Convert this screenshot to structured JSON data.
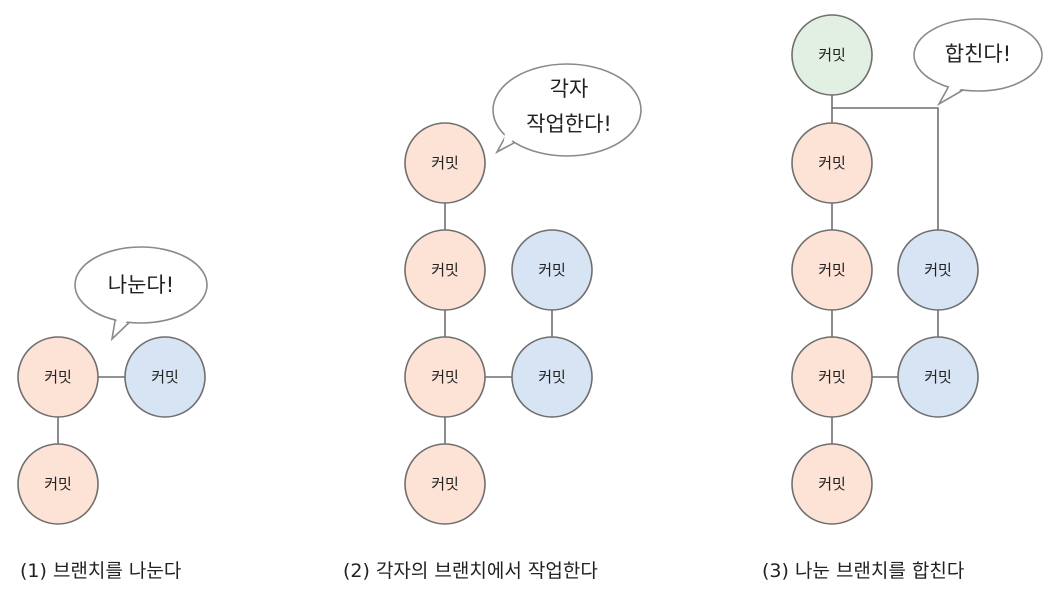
{
  "colors": {
    "main_branch": "#fde2d6",
    "feature_branch": "#d7e4f3",
    "merge_commit": "#e2f0e4",
    "line": "#6f6f6f"
  },
  "panels": [
    {
      "caption": "(1) 브랜치를 나눈다",
      "bubble_lines": [
        "나눈다!"
      ],
      "commits": [
        {
          "label": "커밋",
          "branch": "main"
        },
        {
          "label": "커밋",
          "branch": "main"
        },
        {
          "label": "커밋",
          "branch": "feature"
        }
      ]
    },
    {
      "caption": "(2) 각자의 브랜치에서 작업한다",
      "bubble_lines": [
        "각자",
        "작업한다!"
      ],
      "commits": [
        {
          "label": "커밋",
          "branch": "main"
        },
        {
          "label": "커밋",
          "branch": "main"
        },
        {
          "label": "커밋",
          "branch": "main"
        },
        {
          "label": "커밋",
          "branch": "main"
        },
        {
          "label": "커밋",
          "branch": "feature"
        },
        {
          "label": "커밋",
          "branch": "feature"
        }
      ]
    },
    {
      "caption": "(3) 나눈 브랜치를 합친다",
      "bubble_lines": [
        "합친다!"
      ],
      "commits": [
        {
          "label": "커밋",
          "branch": "merge"
        },
        {
          "label": "커밋",
          "branch": "main"
        },
        {
          "label": "커밋",
          "branch": "main"
        },
        {
          "label": "커밋",
          "branch": "main"
        },
        {
          "label": "커밋",
          "branch": "main"
        },
        {
          "label": "커밋",
          "branch": "feature"
        },
        {
          "label": "커밋",
          "branch": "feature"
        }
      ]
    }
  ]
}
